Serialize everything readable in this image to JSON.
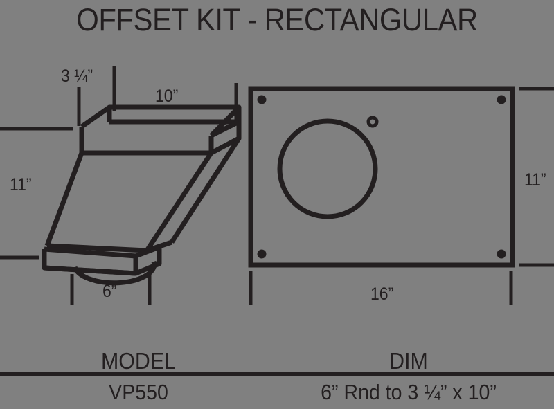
{
  "sheet": {
    "title": "OFFSET KIT - RECTANGULAR",
    "background_color": "#808080",
    "ink_color": "#231f20"
  },
  "iso_view": {
    "name": "offset-transition-isometric",
    "dimensions": {
      "collar_depth": "3 ¼”",
      "collar_width": "10”",
      "height": "11”",
      "round_outlet": "6”"
    }
  },
  "plate_view": {
    "name": "mounting-plate-front",
    "dimensions": {
      "height": "11”",
      "width": "16”"
    },
    "features": {
      "corner_holes": 4,
      "large_round_opening": "6” round",
      "small_pilot_hole": 1
    }
  },
  "table": {
    "headers": [
      "MODEL",
      "DIM"
    ],
    "rows": [
      {
        "model": "VP550",
        "dim": "6” Rnd to 3 ¼” x 10”"
      }
    ]
  },
  "chart_data": {
    "type": "table",
    "title": "OFFSET KIT - RECTANGULAR",
    "categories": [
      "MODEL",
      "DIM"
    ],
    "values": [
      "VP550",
      "6” Rnd to 3 ¼” x 10”"
    ],
    "annotations": [
      "3 ¼”",
      "10”",
      "11”",
      "6”",
      "11”",
      "16”"
    ]
  }
}
